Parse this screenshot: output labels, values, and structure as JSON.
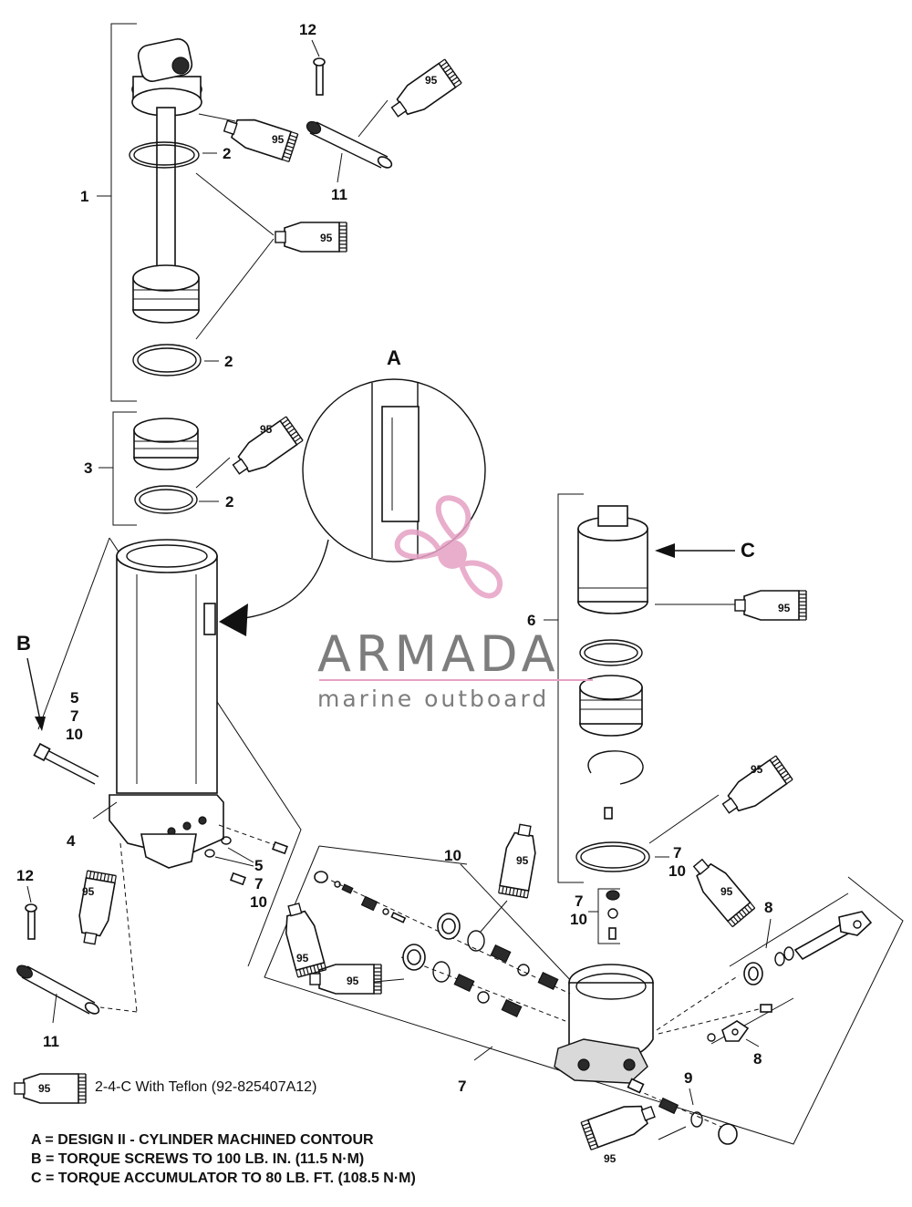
{
  "callouts": {
    "n1": "1",
    "n2a": "2",
    "n2b": "2",
    "n2c": "2",
    "n3": "3",
    "n4": "4",
    "n5a": "5",
    "n5b": "5",
    "n6": "6",
    "n7a": "7",
    "n7b": "7",
    "n7c": "7",
    "n7d": "7",
    "n7e": "7",
    "n8a": "8",
    "n8b": "8",
    "n9": "9",
    "n10a": "10",
    "n10b": "10",
    "n10c": "10",
    "n10d": "10",
    "n10e": "10",
    "n11a": "11",
    "n11b": "11",
    "n12a": "12",
    "n12b": "12",
    "detA": "A",
    "detB": "B",
    "detC": "C"
  },
  "tube_label": "95",
  "legend": {
    "tube_label": "95",
    "text": "2-4-C  With Teflon (92-825407A12)"
  },
  "notes": [
    "A = DESIGN II - CYLINDER MACHINED CONTOUR",
    "B = TORQUE SCREWS TO 100 LB. IN. (11.5 N·M)",
    "C = TORQUE ACCUMULATOR TO 80 LB. FT. (108.5 N·M)"
  ],
  "watermark": {
    "brand": "ARMADA",
    "tagline": "marine outboard",
    "logo_icon": "propeller-icon",
    "logo_color": "#e6a1c4"
  },
  "colors": {
    "ink": "#111111",
    "watermark_grey": "#7d7d7d",
    "watermark_pink": "#e6a1c4"
  }
}
